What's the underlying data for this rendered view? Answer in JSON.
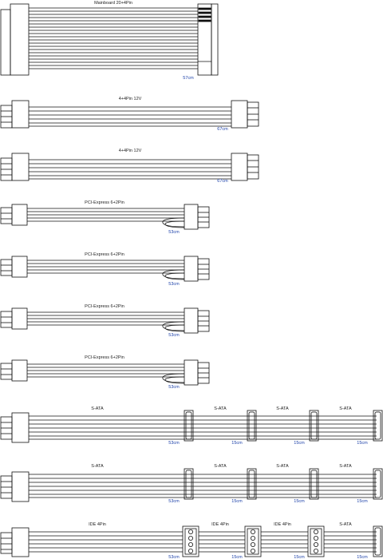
{
  "cables": {
    "mainboard": {
      "name": "Mainboard 20+4Pin",
      "length": "57cm"
    },
    "cpu1": {
      "name": "4+4Pin 12V",
      "length": "67cm"
    },
    "cpu2": {
      "name": "4+4Pin 12V",
      "length": "67cm"
    },
    "pcie1": {
      "name": "PCI-Express 6+2Pin",
      "length": "53cm"
    },
    "pcie2": {
      "name": "PCI-Express 6+2Pin",
      "length": "53cm"
    },
    "pcie3": {
      "name": "PCI-Express 6+2Pin",
      "length": "53cm"
    },
    "pcie4": {
      "name": "PCI-Express 6+2Pin",
      "length": "53cm"
    },
    "sata1": {
      "segments": [
        {
          "name": "S-ATA",
          "length": "53cm"
        },
        {
          "name": "S-ATA",
          "length": "15cm"
        },
        {
          "name": "S-ATA",
          "length": "15cm"
        },
        {
          "name": "S-ATA",
          "length": "15cm"
        }
      ]
    },
    "sata2": {
      "segments": [
        {
          "name": "S-ATA",
          "length": "53cm"
        },
        {
          "name": "S-ATA",
          "length": "15cm"
        },
        {
          "name": "S-ATA",
          "length": "15cm"
        },
        {
          "name": "S-ATA",
          "length": "15cm"
        }
      ]
    },
    "ide": {
      "segments": [
        {
          "name": "IDE 4Pin",
          "length": "53cm"
        },
        {
          "name": "IDE 4Pin",
          "length": "15cm"
        },
        {
          "name": "IDE 4Pin",
          "length": "15cm"
        },
        {
          "name": "S-ATA",
          "length": "15cm"
        }
      ]
    }
  }
}
